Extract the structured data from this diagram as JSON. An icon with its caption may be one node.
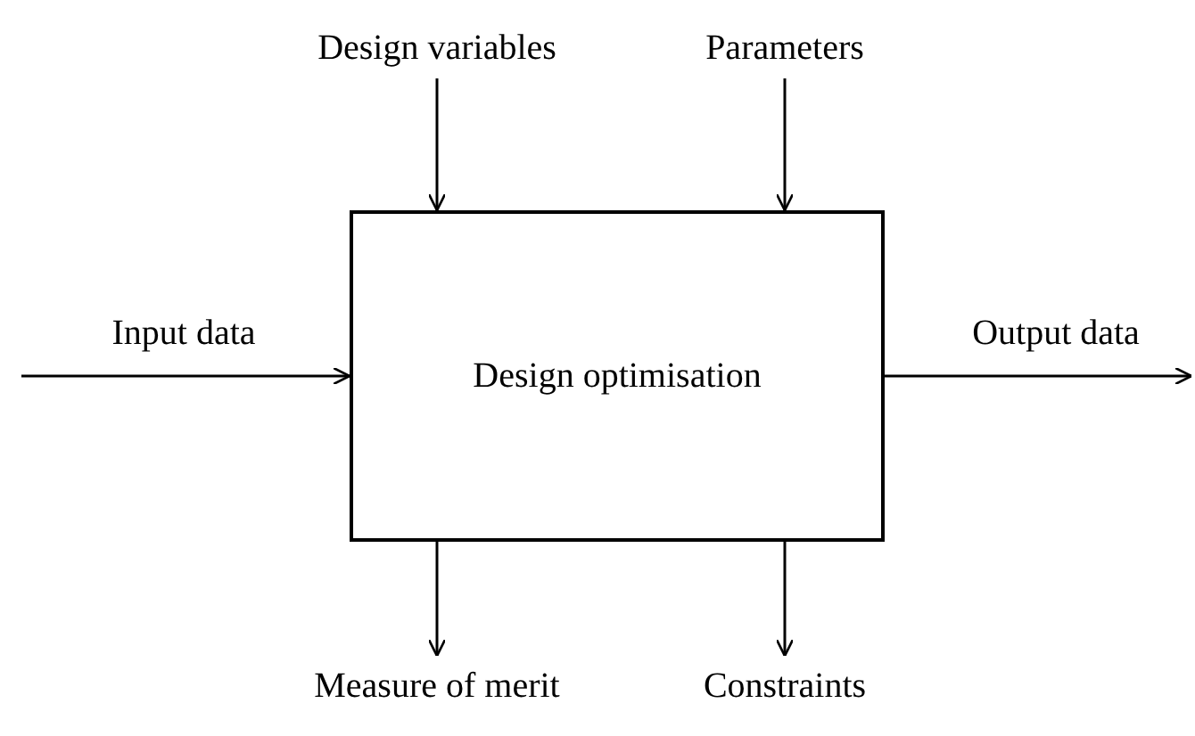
{
  "diagram": {
    "nodes": [
      {
        "text": [
          "Design optimisation"
        ]
      },
      {
        "text": [
          "Design variables"
        ]
      },
      {
        "text": [
          "Parameters"
        ]
      },
      {
        "text": [
          "Measure of merit"
        ]
      },
      {
        "text": [
          "Constraints"
        ]
      }
    ],
    "edges": [
      {
        "from": null,
        "to": 0,
        "arrow": "to",
        "label": "Input data"
      },
      {
        "from": 0,
        "to": null,
        "arrow": "to",
        "label": "Output data"
      },
      {
        "from": 1,
        "to": 0,
        "arrow": "to"
      },
      {
        "from": 2,
        "to": 0,
        "arrow": "to"
      },
      {
        "from": 0,
        "to": 3,
        "arrow": "to"
      },
      {
        "from": 0,
        "to": 4,
        "arrow": "to"
      }
    ]
  }
}
